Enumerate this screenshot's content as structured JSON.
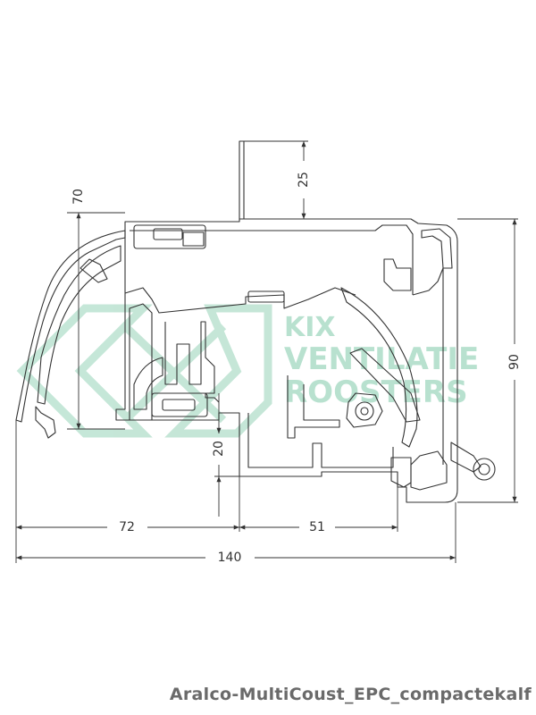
{
  "caption": "Aralco-MultiCoust_EPC_compactekalf",
  "dimensions": {
    "top_height": "25",
    "left_height": "70",
    "right_height": "90",
    "lower_height": "20",
    "left_width": "72",
    "mid_width": "51",
    "total_width": "140"
  },
  "watermark": {
    "line1": "KIX",
    "line2": "VENTILATIE",
    "line3": "ROOSTERS"
  },
  "colors": {
    "line": "#333333",
    "watermark": "#7fc9a8"
  }
}
